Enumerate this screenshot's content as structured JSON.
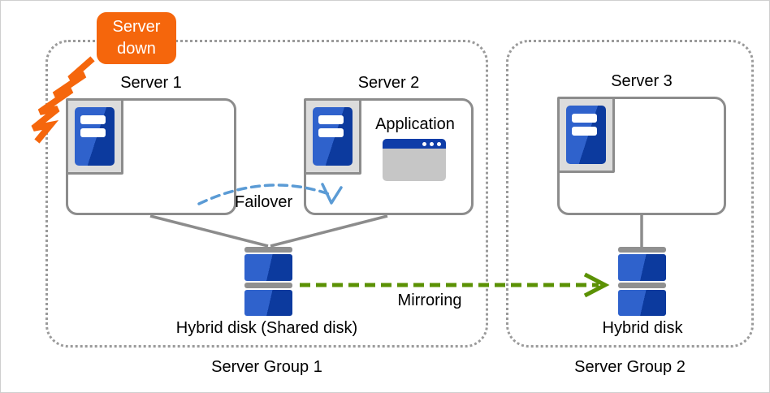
{
  "colors": {
    "accent_orange": "#F5660C",
    "failover_blue": "#5B9BD5",
    "mirroring_green": "#5B9104",
    "disk_blue_light": "#2F62CC",
    "disk_blue_dark": "#0C3A9E",
    "window_bar_blue": "#0F3DA8",
    "line_gray": "#8C8C8C",
    "border_dot_gray": "#9A9A9A"
  },
  "badge": {
    "label": "Server\ndown",
    "icon": "crash-flash-icon"
  },
  "groups": [
    {
      "label": "Server Group 1"
    },
    {
      "label": "Server Group 2"
    }
  ],
  "servers": [
    {
      "label": "Server 1",
      "icon": "server-tower-icon"
    },
    {
      "label": "Server 2",
      "icon": "server-tower-icon"
    },
    {
      "label": "Server 3",
      "icon": "server-tower-icon"
    }
  ],
  "application": {
    "label": "Application",
    "icon": "app-window-icon"
  },
  "arrows": {
    "failover": {
      "label": "Failover",
      "style": "blue-dashed-arc"
    },
    "mirroring": {
      "label": "Mirroring",
      "style": "green-dashed-arrow"
    }
  },
  "disks": [
    {
      "label": "Hybrid disk (Shared disk)",
      "icon": "disk-stack-icon"
    },
    {
      "label": "Hybrid disk",
      "icon": "disk-stack-icon"
    }
  ]
}
